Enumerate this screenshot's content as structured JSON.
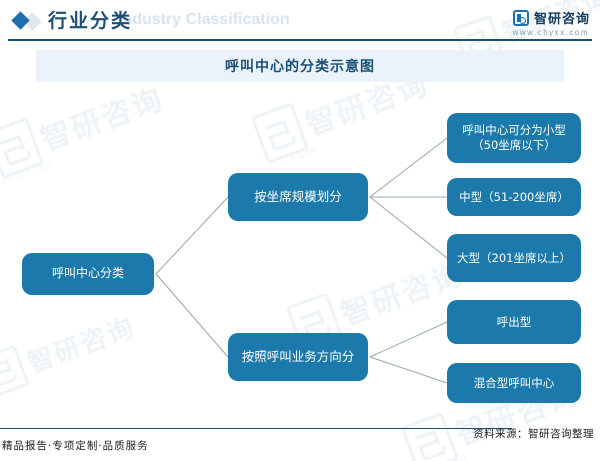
{
  "header": {
    "title": "行业分类",
    "subtitle_watermark": "Industry Classification",
    "logo_text": "智研咨询",
    "url": "www.chyxx.com",
    "diamond_icon": "diamond-icon"
  },
  "chart_title": "呼叫中心的分类示意图",
  "diagram": {
    "root": {
      "label": "呼叫中心分类"
    },
    "branches": [
      {
        "label": "按坐席规模划分",
        "children": [
          {
            "label": "呼叫中心可分为小型（50坐席以下）"
          },
          {
            "label": "中型（51-200坐席）"
          },
          {
            "label": "大型（201坐席以上）"
          }
        ]
      },
      {
        "label": "按照呼叫业务方向分",
        "children": [
          {
            "label": "呼出型"
          },
          {
            "label": "混合型呼叫中心"
          }
        ]
      }
    ]
  },
  "footer": {
    "left": "精品报告·专项定制·品质服务",
    "right": "资料来源：智研咨询整理"
  },
  "watermark": {
    "text": "智研咨询",
    "sub": "CHYXX.COM"
  },
  "colors": {
    "node_blue": "#1b7aab",
    "header_blue": "#1c4f73",
    "title_bar_bg": "#eaf3fb",
    "accent": "#1f6fad",
    "connector": "#9aa7b0"
  }
}
